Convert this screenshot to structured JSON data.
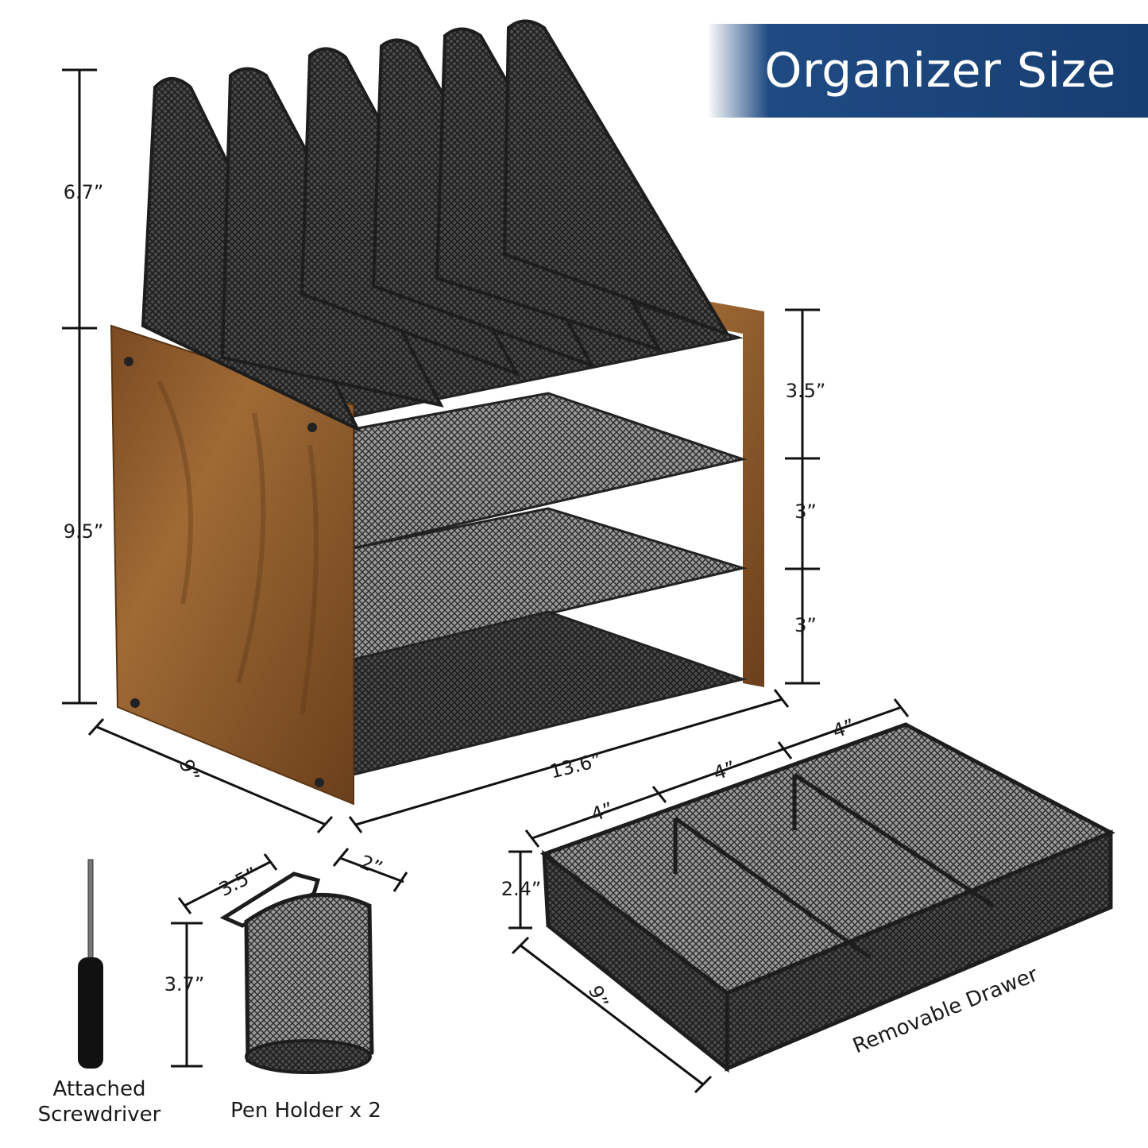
{
  "banner": {
    "title": "Organizer Size"
  },
  "organizer": {
    "sorter_height": "6.7”",
    "body_height": "9.5”",
    "depth": "9”",
    "width": "13.6”",
    "tier_top": "3.5”",
    "tier_middle": "3”",
    "tier_bottom": "3”"
  },
  "drawer": {
    "compartment_1": "4”",
    "compartment_2": "4”",
    "compartment_3": "4”",
    "height": "2.4”",
    "depth": "9”",
    "label": "Removable Drawer"
  },
  "pen_holder": {
    "width": "3.5”",
    "depth": "2”",
    "height": "3.7”",
    "label": "Pen Holder x 2"
  },
  "screwdriver": {
    "label_line1": "Attached",
    "label_line2": "Screwdriver"
  },
  "colors": {
    "banner_blue": "#173e72",
    "wood": "#8a5a2b",
    "mesh": "#2b2b2b"
  }
}
